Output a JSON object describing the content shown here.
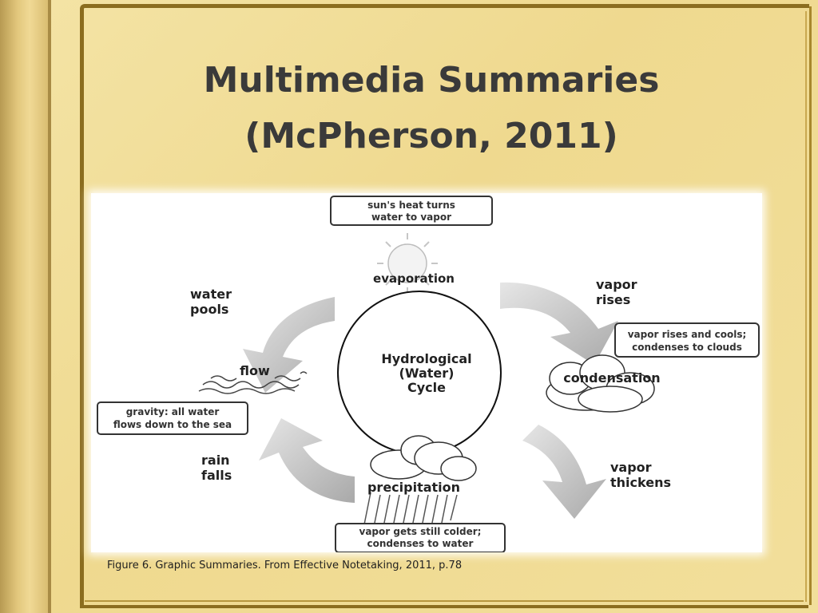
{
  "slide": {
    "title_line1": "Multimedia Summaries",
    "title_line2": "(McPherson, 2011)",
    "caption": "Figure 6. Graphic Summaries. From Effective Notetaking, 2011, p.78"
  },
  "diagram": {
    "center_line1": "Hydrological",
    "center_line2": "(Water)",
    "center_line3": "Cycle",
    "stages": {
      "evaporation": "evaporation",
      "condensation": "condensation",
      "precipitation": "precipitation",
      "flow": "flow"
    },
    "labels": {
      "vapor_rises_1": "vapor",
      "vapor_rises_2": "rises",
      "vapor_thickens_1": "vapor",
      "vapor_thickens_2": "thickens",
      "rain_falls_1": "rain",
      "rain_falls_2": "falls",
      "water_pools_1": "water",
      "water_pools_2": "pools"
    },
    "boxes": {
      "sun_1": "sun's heat turns",
      "sun_2": "water to vapor",
      "cool_1": "vapor rises and cools;",
      "cool_2": "condenses to clouds",
      "colder_1": "vapor gets still colder;",
      "colder_2": "condenses to water",
      "gravity_1": "gravity: all water",
      "gravity_2": "flows down to the sea"
    }
  }
}
